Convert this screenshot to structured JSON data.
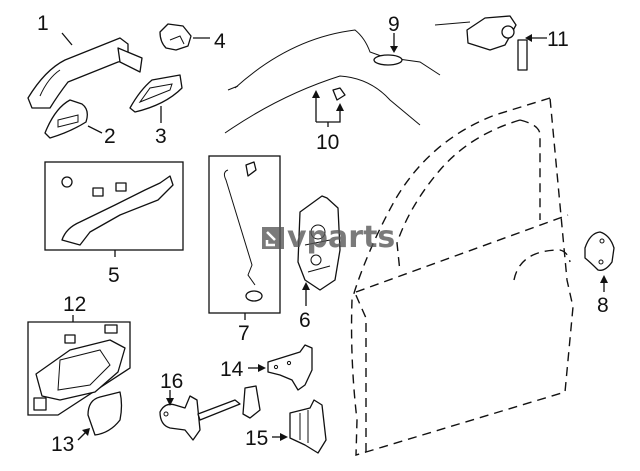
{
  "diagram": {
    "title": "Door lock & handle components",
    "watermark": "vparts",
    "colors": {
      "line": "#111111",
      "background": "#ffffff",
      "watermark": "#555555"
    },
    "callouts": [
      {
        "number": "1",
        "part": "outside-handle"
      },
      {
        "number": "2",
        "part": "handle-cover"
      },
      {
        "number": "3",
        "part": "handle-base"
      },
      {
        "number": "4",
        "part": "cylinder-cap"
      },
      {
        "number": "5",
        "part": "handle-bracket-kit"
      },
      {
        "number": "6",
        "part": "door-lock-actuator"
      },
      {
        "number": "7",
        "part": "lock-rod-kit"
      },
      {
        "number": "8",
        "part": "striker"
      },
      {
        "number": "9",
        "part": "inside-handle-cable"
      },
      {
        "number": "10",
        "part": "lock-cable"
      },
      {
        "number": "11",
        "part": "lock-cylinder-with-keys"
      },
      {
        "number": "12",
        "part": "inside-handle-kit"
      },
      {
        "number": "13",
        "part": "inside-handle-cover"
      },
      {
        "number": "14",
        "part": "upper-hinge"
      },
      {
        "number": "15",
        "part": "lower-hinge"
      },
      {
        "number": "16",
        "part": "door-check"
      }
    ]
  }
}
